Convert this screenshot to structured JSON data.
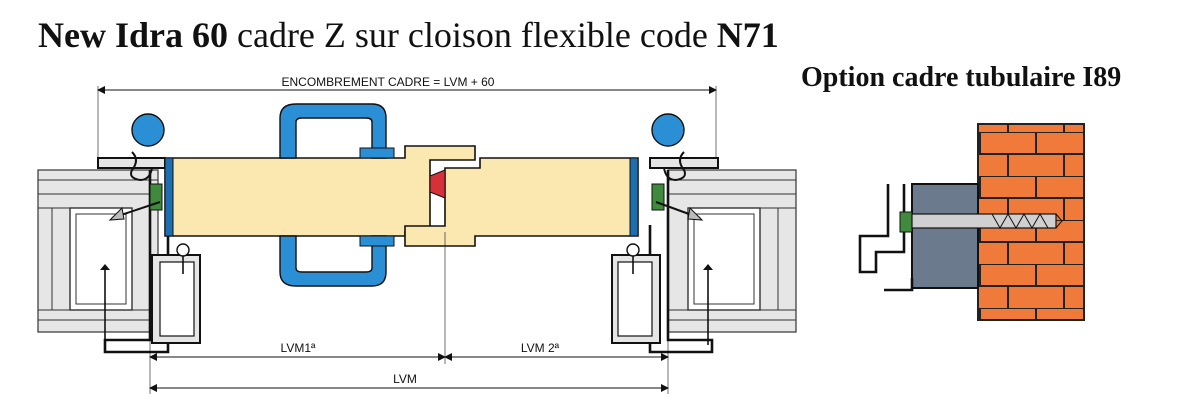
{
  "title": {
    "part1": "New Idra 60",
    "part2": " cadre Z sur cloison flexible code ",
    "part3": "N71"
  },
  "option_title": "Option cadre tubulaire I89",
  "dimensions": {
    "overall": "ENCOMBREMENT CADRE =  LVM + 60",
    "lvm1": "LVM1ª",
    "lvm2": "LVM 2ª",
    "lvm": "LVM"
  },
  "colors": {
    "door_leaf": "#fbe7b0",
    "handle": "#2b8fd6",
    "gasket": "#1e6fb0",
    "wall_panel": "#e6e6e6",
    "brick": "#f07a3a",
    "tube_frame": "#6c7a8e",
    "seal_red": "#d6303a",
    "seal_green": "#3f8a3c"
  }
}
